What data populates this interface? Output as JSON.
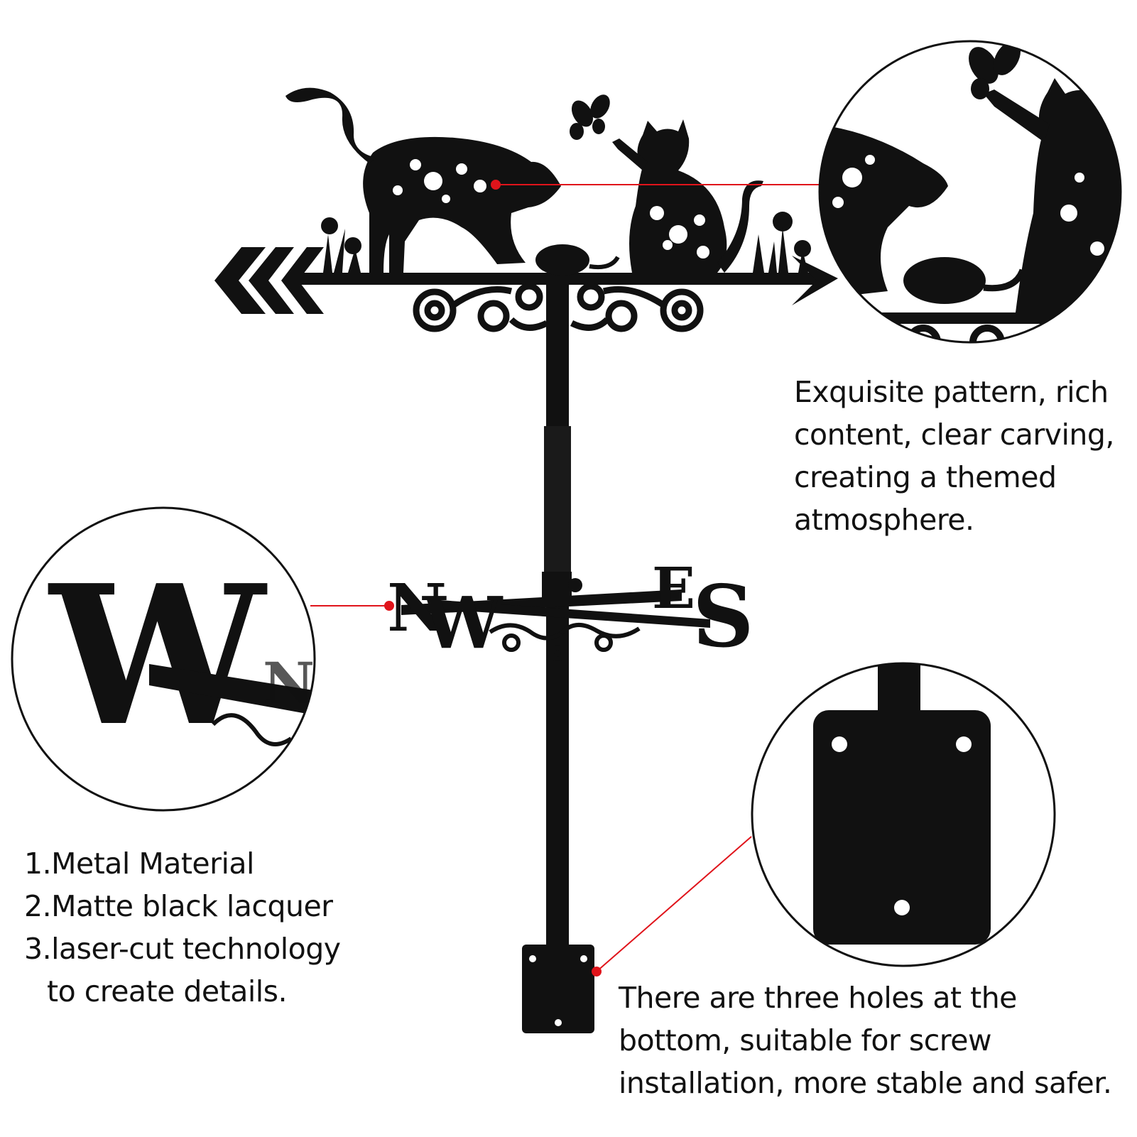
{
  "colors": {
    "metal": "#111111",
    "callout_line": "#e0141b",
    "background": "#ffffff"
  },
  "direction_letters": {
    "west": "W",
    "north": "N",
    "east": "E",
    "south": "S"
  },
  "captions": {
    "top_right": [
      "Exquisite pattern, rich",
      "content, clear carving,",
      "creating a themed",
      "atmosphere."
    ],
    "left": [
      "1.Metal Material",
      "2.Matte black lacquer",
      "3.laser-cut technology",
      "to create details."
    ],
    "bottom_right": [
      "There are three holes at the",
      "bottom, suitable for screw",
      "installation, more stable and safer."
    ]
  }
}
